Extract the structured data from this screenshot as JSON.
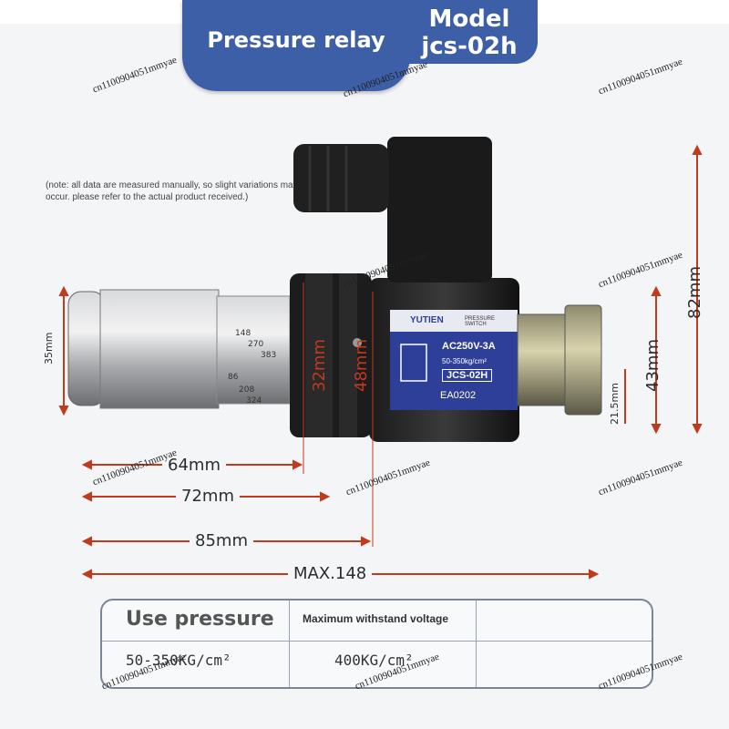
{
  "header": {
    "title": "Pressure relay",
    "model_label": "Model",
    "model_code": "jcs-02h"
  },
  "note": "(note: all data are measured manually, so slight variations may occur. please refer to the actual product received.)",
  "device_label": {
    "brand": "YUTIEN",
    "type": "PRESSURE SWITCH",
    "rating": "AC250V-3A",
    "range": "50-350kg/cm²",
    "model": "JCS-02H",
    "code": "EA0202"
  },
  "dial_numbers": [
    "86",
    "148",
    "208",
    "270",
    "324",
    "383"
  ],
  "dimensions": {
    "d35": "35mm",
    "d32": "32mm",
    "d48": "48mm",
    "d21": "21.5mm",
    "d43": "43mm",
    "d82": "82mm",
    "d64": "64mm",
    "d72": "72mm",
    "d85": "85mm",
    "dmax": "MAX.148"
  },
  "spec_table": {
    "col1_header": "Use pressure",
    "col2_header": "Maximum withstand voltage",
    "col1_value": "50-350KG/cm²",
    "col2_value": "400KG/cm²"
  },
  "watermark": "cn1100904051mmyae",
  "colors": {
    "brand_blue": "#3d5fa8",
    "arrow_red": "#c03a1e"
  }
}
